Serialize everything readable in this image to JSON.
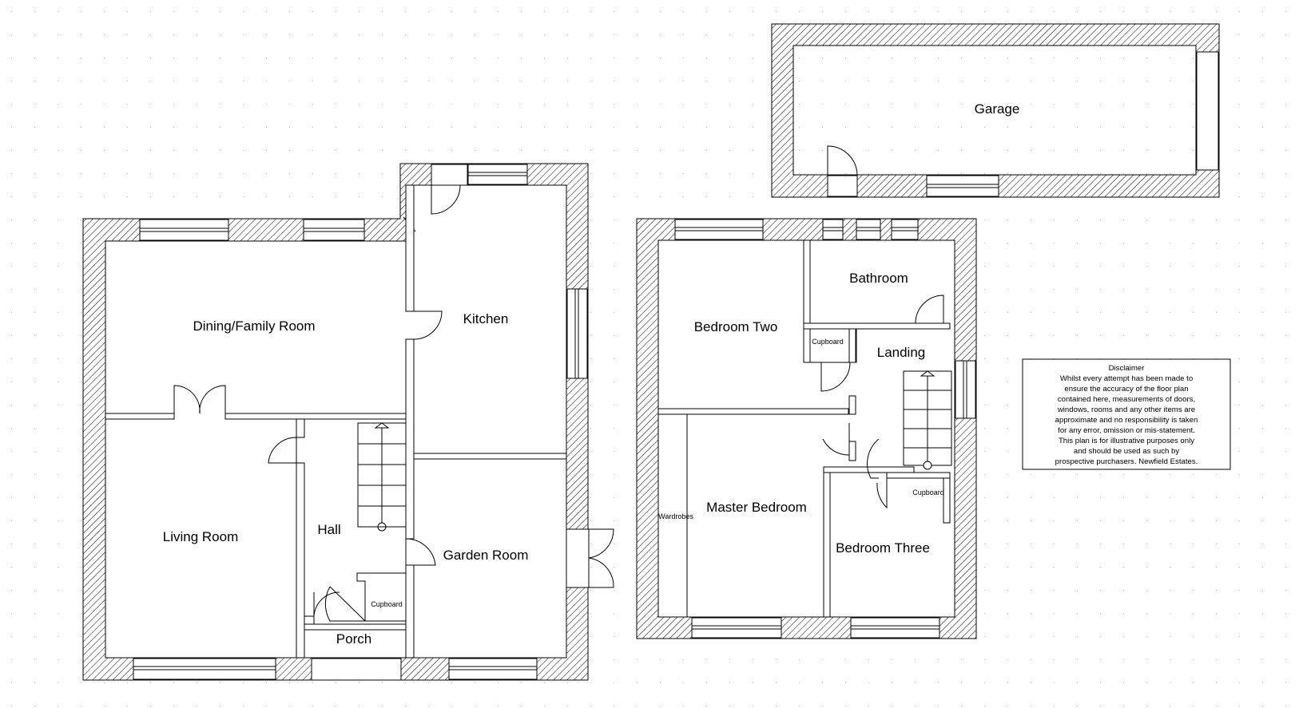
{
  "rooms": {
    "dining_family": "Dining/Family Room",
    "kitchen": "Kitchen",
    "living": "Living Room",
    "hall": "Hall",
    "garden": "Garden Room",
    "porch": "Porch",
    "cupboard_ground": "Cupboard",
    "garage": "Garage",
    "bedroom_two": "Bedroom Two",
    "bathroom": "Bathroom",
    "landing": "Landing",
    "cupboard_landing": "Cupboard",
    "master": "Master Bedroom",
    "wardrobes": "Wardrobes",
    "bedroom_three": "Bedroom Three",
    "cupboard_bed3": "Cupboard"
  },
  "disclaimer": {
    "title": "Disclaimer",
    "lines": [
      "Whilst every attempt has been made to",
      "ensure the accuracy of the floor plan",
      "contained here, measurements of doors,",
      "windows, rooms and any other items are",
      "approximate and no responsibility is taken",
      "for any error, omission or mis-statement.",
      "This plan is for illustrative purposes only",
      "and should be used as such by",
      "prospective purchasers. Newfield Estates."
    ]
  },
  "colors": {
    "line": "#000000",
    "background": "#ffffff",
    "grid_dot": "#b4b4b4"
  }
}
